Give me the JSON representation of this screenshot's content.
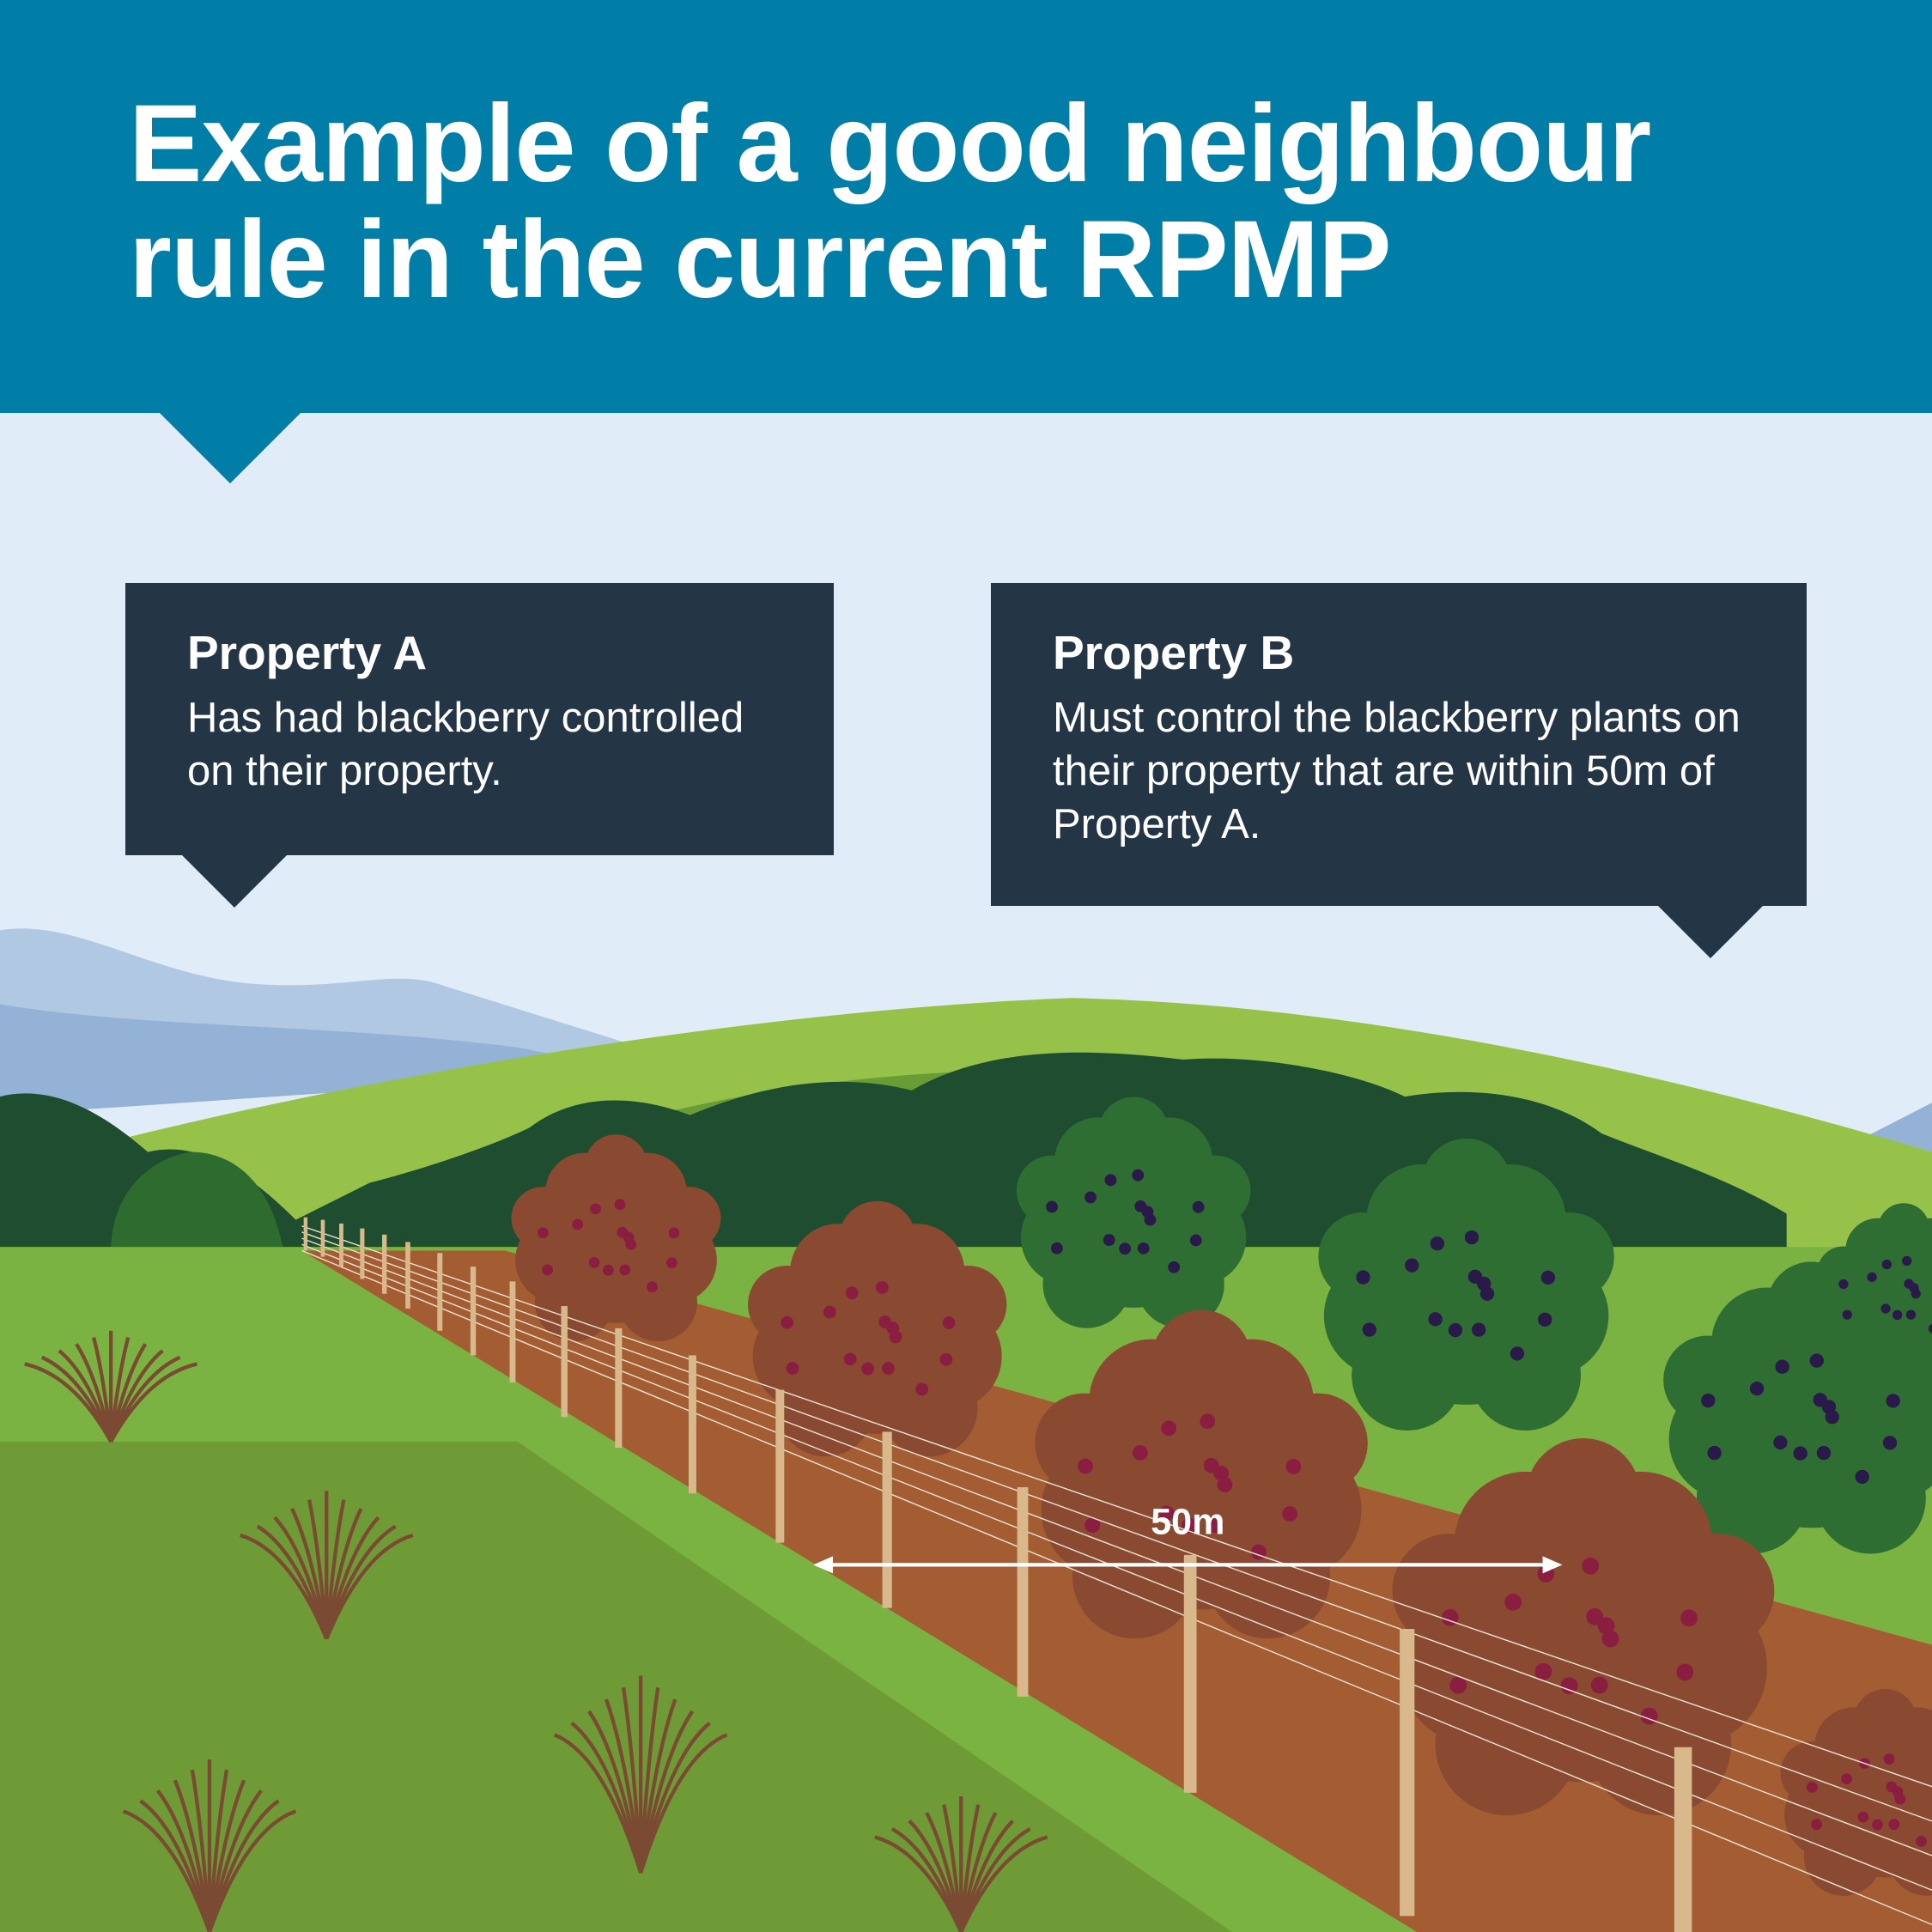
{
  "header": {
    "title": "Example of a good neighbour rule in the current RPMP"
  },
  "property_a": {
    "heading": "Property A",
    "body": "Has had blackberry controlled on their property."
  },
  "property_b": {
    "heading": "Property B",
    "body": "Must control the blackberry plants on their property that are within 50m of Property A."
  },
  "illustration": {
    "distance_label": "50m"
  },
  "colors": {
    "header": "#007ea7",
    "sky": "#e0ecf8",
    "callout": "#243646",
    "controlled_bush": "#8a4a32",
    "uncontrolled_bush": "#2f6e33"
  }
}
